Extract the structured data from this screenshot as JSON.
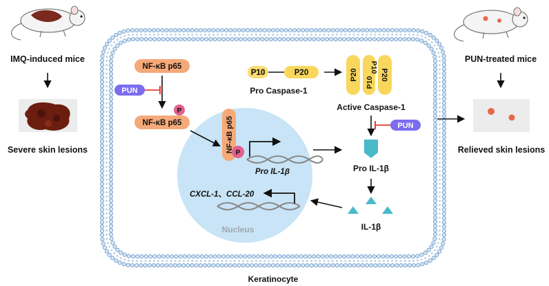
{
  "left_panel": {
    "mouse_label": "IMQ-induced mice",
    "lesion_label": "Severe skin lesions"
  },
  "right_panel": {
    "mouse_label": "PUN-treated mice",
    "lesion_label": "Relieved skin lesions"
  },
  "cell": {
    "label": "Keratinocyte",
    "nucleus_label": "Nucleus"
  },
  "pathway": {
    "nfkb_top": "NF-κB p65",
    "nfkb_phos": "NF-κB p65",
    "nfkb_nuclear": "NF-κB p65",
    "phospho": "P",
    "inhibitor": "PUN",
    "pro_caspase_p10": "P10",
    "pro_caspase_p20": "P20",
    "pro_caspase_label": "Pro Caspase-1",
    "active_caspase_label": "Active Caspase-1",
    "pro_il1b_gene": "Pro IL-1β",
    "pro_il1b_protein": "Pro IL-1β",
    "il1b": "IL-1β",
    "chemokine_genes_a": "CXCL-1",
    "chemokine_separator": "、",
    "chemokine_genes_b": "CCL-20"
  },
  "colors": {
    "nfkb": "#f5a978",
    "caspase": "#f9d75c",
    "pun": "#7b6cf0",
    "phospho": "#e25f8e",
    "il1b": "#4ab9c9",
    "nucleus": "#c8e4f6",
    "inhibit": "#e53935",
    "membrane": "#6d9ccb"
  }
}
